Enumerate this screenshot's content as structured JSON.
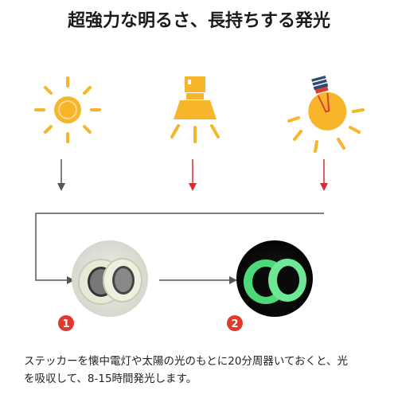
{
  "title": "超強力な明るさ、長持ちする発光",
  "sources": [
    {
      "icon": "sun-icon"
    },
    {
      "icon": "flashlight-icon"
    },
    {
      "icon": "light-bulb-icon"
    }
  ],
  "steps": [
    {
      "number": "1",
      "icon": "tape-rolls-daylight-icon"
    },
    {
      "number": "2",
      "icon": "tape-rolls-glowing-icon"
    }
  ],
  "caption": {
    "line1": "ステッカーを懐中電灯や太陽の光のもとに20分周器いておくと、光",
    "line2": "を吸収して、8-15時間発光します。"
  },
  "colors": {
    "icon_yellow": "#f7b52c",
    "arrow_dark": "#555555",
    "arrow_red": "#d92b2b",
    "badge_red": "#e03a2f",
    "glow_green": "#4dd97a"
  }
}
